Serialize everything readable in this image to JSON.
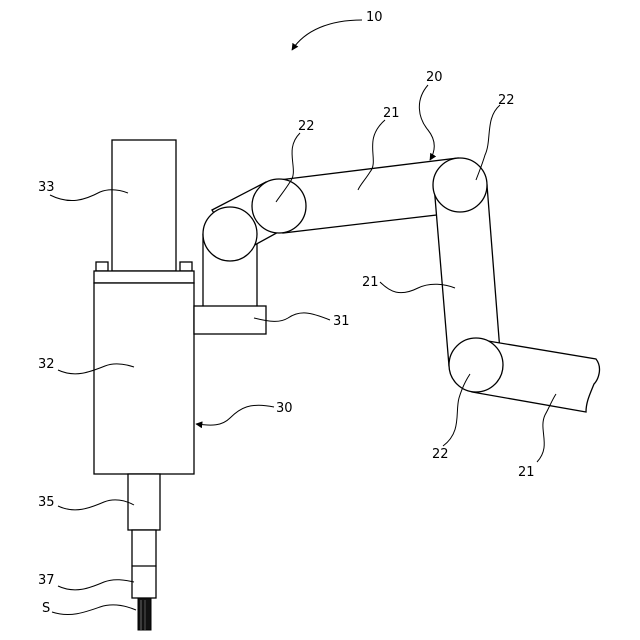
{
  "labels": {
    "device": "10",
    "robot_arm": "20",
    "link_a": "21",
    "link_b": "21",
    "link_c": "21",
    "joint_a": "22",
    "joint_b": "22",
    "joint_c": "22",
    "unit": "30",
    "bracket": "31",
    "body": "32",
    "motor": "33",
    "shaft": "35",
    "tip_holder": "37",
    "sample": "S"
  }
}
